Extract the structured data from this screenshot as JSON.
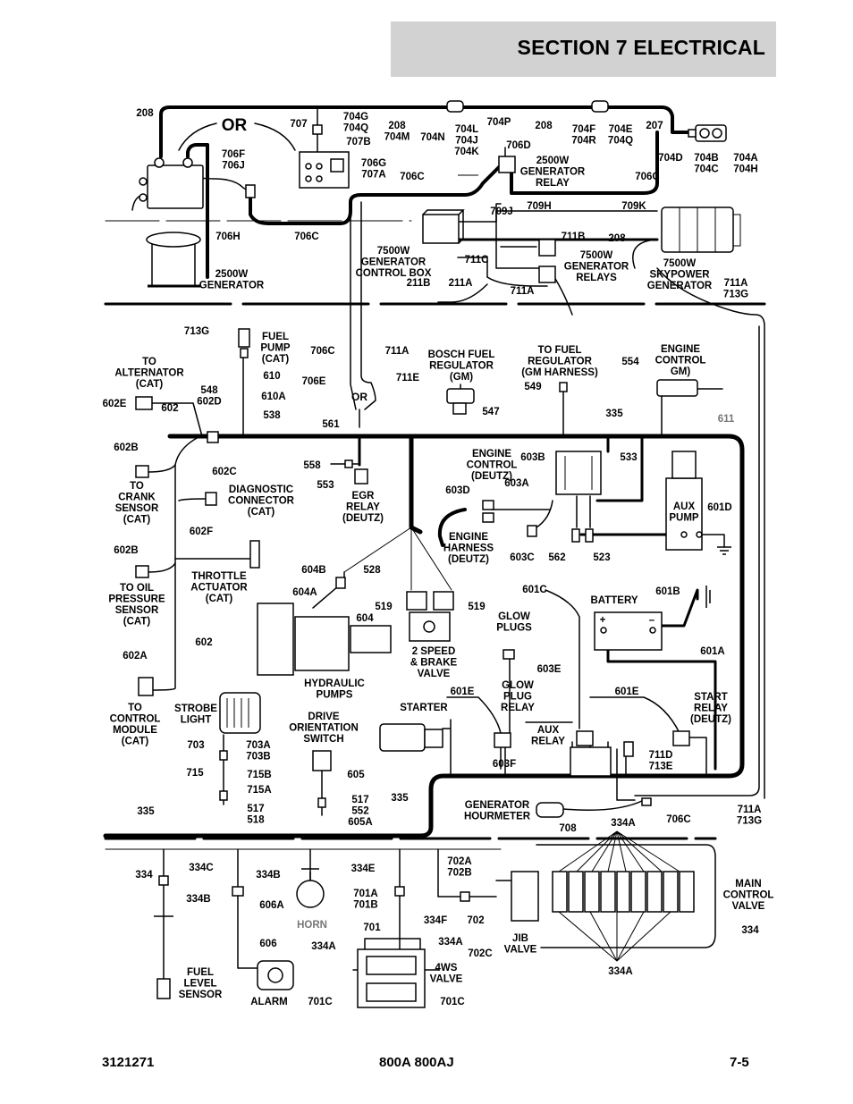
{
  "header": {
    "section_title": "SECTION 7   ELECTRICAL"
  },
  "footer": {
    "doc_number": "3121271",
    "model": "800A 800AJ",
    "page": "7-5"
  },
  "colors": {
    "header_bg": "#d2d2d2",
    "wire": "#000000",
    "gray_label": "#777777"
  },
  "labels": [
    {
      "id": "l-208a",
      "lines": [
        "208"
      ]
    },
    {
      "id": "l-or-big",
      "lines": [
        "OR"
      ]
    },
    {
      "id": "l-707",
      "lines": [
        "707"
      ]
    },
    {
      "id": "l-704g",
      "lines": [
        "704G",
        "704Q"
      ]
    },
    {
      "id": "l-707b",
      "lines": [
        "707B"
      ]
    },
    {
      "id": "l-706g",
      "lines": [
        "706G",
        "707A"
      ]
    },
    {
      "id": "l-208b",
      "lines": [
        "208",
        "704M"
      ]
    },
    {
      "id": "l-704n",
      "lines": [
        "704N"
      ]
    },
    {
      "id": "l-704l",
      "lines": [
        "704L",
        "704J",
        "704K"
      ]
    },
    {
      "id": "l-704p",
      "lines": [
        "704P"
      ]
    },
    {
      "id": "l-208c",
      "lines": [
        "208"
      ]
    },
    {
      "id": "l-704f",
      "lines": [
        "704F",
        "704R"
      ]
    },
    {
      "id": "l-704e",
      "lines": [
        "704E",
        "704Q"
      ]
    },
    {
      "id": "l-207",
      "lines": [
        "207"
      ]
    },
    {
      "id": "l-704d",
      "lines": [
        "704D"
      ]
    },
    {
      "id": "l-704b",
      "lines": [
        "704B",
        "704C"
      ]
    },
    {
      "id": "l-704a",
      "lines": [
        "704A",
        "704H"
      ]
    },
    {
      "id": "l-706d",
      "lines": [
        "706D"
      ]
    },
    {
      "id": "l-2500relay",
      "lines": [
        "2500W",
        "GENERATOR",
        "RELAY"
      ]
    },
    {
      "id": "l-706c-a",
      "lines": [
        "706C"
      ]
    },
    {
      "id": "l-706c-b",
      "lines": [
        "706C"
      ]
    },
    {
      "id": "l-706f",
      "lines": [
        "706F",
        "706J"
      ]
    },
    {
      "id": "l-709j",
      "lines": [
        "709J"
      ]
    },
    {
      "id": "l-709h",
      "lines": [
        "709H"
      ]
    },
    {
      "id": "l-709k",
      "lines": [
        "709K"
      ]
    },
    {
      "id": "l-711b",
      "lines": [
        "711B"
      ]
    },
    {
      "id": "l-208d",
      "lines": [
        "208"
      ]
    },
    {
      "id": "l-706h",
      "lines": [
        "706H"
      ]
    },
    {
      "id": "l-706c-c",
      "lines": [
        "706C"
      ]
    },
    {
      "id": "l-7500box",
      "lines": [
        "7500W",
        "GENERATOR",
        "CONTROL BOX"
      ]
    },
    {
      "id": "l-711c",
      "lines": [
        "711C"
      ]
    },
    {
      "id": "l-7500relays",
      "lines": [
        "7500W",
        "GENERATOR",
        "RELAYS"
      ]
    },
    {
      "id": "l-7500sky",
      "lines": [
        "7500W",
        "SKYPOWER",
        "GENERATOR"
      ]
    },
    {
      "id": "l-2500gen",
      "lines": [
        "2500W",
        "GENERATOR"
      ]
    },
    {
      "id": "l-211b",
      "lines": [
        "211B"
      ]
    },
    {
      "id": "l-211a",
      "lines": [
        "211A"
      ]
    },
    {
      "id": "l-711a-a",
      "lines": [
        "711A"
      ]
    },
    {
      "id": "l-711a-b",
      "lines": [
        "711A",
        "713G"
      ]
    },
    {
      "id": "l-713g",
      "lines": [
        "713G"
      ]
    },
    {
      "id": "l-fuelpump",
      "lines": [
        "FUEL",
        "PUMP",
        "(CAT)"
      ]
    },
    {
      "id": "l-610",
      "lines": [
        "610"
      ]
    },
    {
      "id": "l-610a",
      "lines": [
        "610A"
      ]
    },
    {
      "id": "l-538",
      "lines": [
        "538"
      ]
    },
    {
      "id": "l-toalt",
      "lines": [
        "TO",
        "ALTERNATOR",
        "(CAT)"
      ]
    },
    {
      "id": "l-548",
      "lines": [
        "548",
        "602D"
      ]
    },
    {
      "id": "l-602e",
      "lines": [
        "602E"
      ]
    },
    {
      "id": "l-602",
      "lines": [
        "602"
      ]
    },
    {
      "id": "l-706c-d",
      "lines": [
        "706C"
      ]
    },
    {
      "id": "l-711a-c",
      "lines": [
        "711A"
      ]
    },
    {
      "id": "l-706e",
      "lines": [
        "706E"
      ]
    },
    {
      "id": "l-711e",
      "lines": [
        "711E"
      ]
    },
    {
      "id": "l-or-sm",
      "lines": [
        "OR"
      ]
    },
    {
      "id": "l-561",
      "lines": [
        "561"
      ]
    },
    {
      "id": "l-bosch",
      "lines": [
        "BOSCH FUEL",
        "REGULATOR",
        "(GM)"
      ]
    },
    {
      "id": "l-547",
      "lines": [
        "547"
      ]
    },
    {
      "id": "l-tofuel",
      "lines": [
        "TO FUEL",
        "REGULATOR",
        "(GM HARNESS)"
      ]
    },
    {
      "id": "l-549",
      "lines": [
        "549"
      ]
    },
    {
      "id": "l-engctlgm",
      "lines": [
        "ENGINE",
        "CONTROL",
        "GM)"
      ]
    },
    {
      "id": "l-554",
      "lines": [
        "554"
      ]
    },
    {
      "id": "l-611",
      "lines": [
        "611"
      ]
    },
    {
      "id": "l-335a",
      "lines": [
        "335"
      ]
    },
    {
      "id": "l-602b-a",
      "lines": [
        "602B"
      ]
    },
    {
      "id": "l-tocrank",
      "lines": [
        "TO",
        "CRANK",
        "SENSOR",
        "(CAT)"
      ]
    },
    {
      "id": "l-602c",
      "lines": [
        "602C"
      ]
    },
    {
      "id": "l-diag",
      "lines": [
        "DIAGNOSTIC",
        "CONNECTOR",
        "(CAT)"
      ]
    },
    {
      "id": "l-558",
      "lines": [
        "558"
      ]
    },
    {
      "id": "l-553",
      "lines": [
        "553"
      ]
    },
    {
      "id": "l-egr",
      "lines": [
        "EGR",
        "RELAY",
        "(DEUTZ)"
      ]
    },
    {
      "id": "l-engctldeutz",
      "lines": [
        "ENGINE",
        "CONTROL",
        "(DEUTZ)"
      ]
    },
    {
      "id": "l-603b",
      "lines": [
        "603B"
      ]
    },
    {
      "id": "l-533",
      "lines": [
        "533"
      ]
    },
    {
      "id": "l-603d",
      "lines": [
        "603D"
      ]
    },
    {
      "id": "l-603a",
      "lines": [
        "603A"
      ]
    },
    {
      "id": "l-auxpump",
      "lines": [
        "AUX",
        "PUMP"
      ]
    },
    {
      "id": "l-601d",
      "lines": [
        "601D"
      ]
    },
    {
      "id": "l-602f",
      "lines": [
        "602F"
      ]
    },
    {
      "id": "l-throttle",
      "lines": [
        "THROTTLE",
        "ACTUATOR",
        "(CAT)"
      ]
    },
    {
      "id": "l-602b-b",
      "lines": [
        "602B"
      ]
    },
    {
      "id": "l-tooil",
      "lines": [
        "TO OIL",
        "PRESSURE",
        "SENSOR",
        "(CAT)"
      ]
    },
    {
      "id": "l-engharn",
      "lines": [
        "ENGINE",
        "HARNESS",
        "(DEUTZ)"
      ]
    },
    {
      "id": "l-603c",
      "lines": [
        "603C"
      ]
    },
    {
      "id": "l-562",
      "lines": [
        "562"
      ]
    },
    {
      "id": "l-523",
      "lines": [
        "523"
      ]
    },
    {
      "id": "l-604b",
      "lines": [
        "604B"
      ]
    },
    {
      "id": "l-528",
      "lines": [
        "528"
      ]
    },
    {
      "id": "l-604a",
      "lines": [
        "604A"
      ]
    },
    {
      "id": "l-604",
      "lines": [
        "604"
      ]
    },
    {
      "id": "l-519a",
      "lines": [
        "519"
      ]
    },
    {
      "id": "l-519b",
      "lines": [
        "519"
      ]
    },
    {
      "id": "l-601c",
      "lines": [
        "601C"
      ]
    },
    {
      "id": "l-battery",
      "lines": [
        "BATTERY"
      ]
    },
    {
      "id": "l-601b",
      "lines": [
        "601B"
      ]
    },
    {
      "id": "l-602g",
      "lines": [
        "602"
      ]
    },
    {
      "id": "l-602a",
      "lines": [
        "602A"
      ]
    },
    {
      "id": "l-2speed",
      "lines": [
        "2 SPEED",
        "& BRAKE",
        "VALVE"
      ]
    },
    {
      "id": "l-glowplugs",
      "lines": [
        "GLOW",
        "PLUGS"
      ]
    },
    {
      "id": "l-603e",
      "lines": [
        "603E"
      ]
    },
    {
      "id": "l-601a",
      "lines": [
        "601A"
      ]
    },
    {
      "id": "l-hydpumps",
      "lines": [
        "HYDRAULIC",
        "PUMPS"
      ]
    },
    {
      "id": "l-tocontrol",
      "lines": [
        "TO",
        "CONTROL",
        "MODULE",
        "(CAT)"
      ]
    },
    {
      "id": "l-strobe",
      "lines": [
        "STROBE",
        "LIGHT"
      ]
    },
    {
      "id": "l-drive",
      "lines": [
        "DRIVE",
        "ORIENTATION",
        "SWITCH"
      ]
    },
    {
      "id": "l-starter",
      "lines": [
        "STARTER"
      ]
    },
    {
      "id": "l-601e-a",
      "lines": [
        "601E"
      ]
    },
    {
      "id": "l-glowrelay",
      "lines": [
        "GLOW",
        "PLUG",
        "RELAY"
      ]
    },
    {
      "id": "l-601e-b",
      "lines": [
        "601E"
      ]
    },
    {
      "id": "l-startrelay",
      "lines": [
        "START",
        "RELAY",
        "(DEUTZ)"
      ]
    },
    {
      "id": "l-auxrelay",
      "lines": [
        "AUX",
        "RELAY"
      ]
    },
    {
      "id": "l-703",
      "lines": [
        "703"
      ]
    },
    {
      "id": "l-703a",
      "lines": [
        "703A",
        "703B"
      ]
    },
    {
      "id": "l-715",
      "lines": [
        "715"
      ]
    },
    {
      "id": "l-715b",
      "lines": [
        "715B"
      ]
    },
    {
      "id": "l-715a",
      "lines": [
        "715A"
      ]
    },
    {
      "id": "l-517a",
      "lines": [
        "517",
        "518"
      ]
    },
    {
      "id": "l-605",
      "lines": [
        "605"
      ]
    },
    {
      "id": "l-517b",
      "lines": [
        "517",
        "552",
        "605A"
      ]
    },
    {
      "id": "l-603f",
      "lines": [
        "603F"
      ]
    },
    {
      "id": "l-711d",
      "lines": [
        "711D",
        "713E"
      ]
    },
    {
      "id": "l-335b",
      "lines": [
        "335"
      ]
    },
    {
      "id": "l-335c",
      "lines": [
        "335"
      ]
    },
    {
      "id": "l-genhour",
      "lines": [
        "GENERATOR",
        "HOURMETER"
      ]
    },
    {
      "id": "l-708",
      "lines": [
        "708"
      ]
    },
    {
      "id": "l-334a-a",
      "lines": [
        "334A"
      ]
    },
    {
      "id": "l-706c-e",
      "lines": [
        "706C"
      ]
    },
    {
      "id": "l-711a-d",
      "lines": [
        "711A",
        "713G"
      ]
    },
    {
      "id": "l-334a",
      "lines": [
        "334"
      ]
    },
    {
      "id": "l-334c",
      "lines": [
        "334C"
      ]
    },
    {
      "id": "l-334b-a",
      "lines": [
        "334B"
      ]
    },
    {
      "id": "l-334b-b",
      "lines": [
        "334B"
      ]
    },
    {
      "id": "l-606a",
      "lines": [
        "606A"
      ]
    },
    {
      "id": "l-334e",
      "lines": [
        "334E"
      ]
    },
    {
      "id": "l-702a",
      "lines": [
        "702A",
        "702B"
      ]
    },
    {
      "id": "l-701a",
      "lines": [
        "701A",
        "701B"
      ]
    },
    {
      "id": "l-horn",
      "lines": [
        "HORN"
      ]
    },
    {
      "id": "l-334f",
      "lines": [
        "334F"
      ]
    },
    {
      "id": "l-702",
      "lines": [
        "702"
      ]
    },
    {
      "id": "l-701",
      "lines": [
        "701"
      ]
    },
    {
      "id": "l-mainvalve",
      "lines": [
        "MAIN",
        "CONTROL",
        "VALVE"
      ]
    },
    {
      "id": "l-334d",
      "lines": [
        "334"
      ]
    },
    {
      "id": "l-606",
      "lines": [
        "606"
      ]
    },
    {
      "id": "l-334a-b",
      "lines": [
        "334A"
      ]
    },
    {
      "id": "l-334a-c",
      "lines": [
        "334A"
      ]
    },
    {
      "id": "l-702c",
      "lines": [
        "702C"
      ]
    },
    {
      "id": "l-jib",
      "lines": [
        "JIB",
        "VALVE"
      ]
    },
    {
      "id": "l-4ws",
      "lines": [
        "4WS",
        "VALVE"
      ]
    },
    {
      "id": "l-334a-d",
      "lines": [
        "334A"
      ]
    },
    {
      "id": "l-fuellevel",
      "lines": [
        "FUEL",
        "LEVEL",
        "SENSOR"
      ]
    },
    {
      "id": "l-alarm",
      "lines": [
        "ALARM"
      ]
    },
    {
      "id": "l-701c-a",
      "lines": [
        "701C"
      ]
    },
    {
      "id": "l-701c-b",
      "lines": [
        "701C"
      ]
    },
    {
      "id": "l-plus",
      "lines": [
        "+"
      ]
    },
    {
      "id": "l-minus",
      "lines": [
        "–"
      ]
    }
  ]
}
